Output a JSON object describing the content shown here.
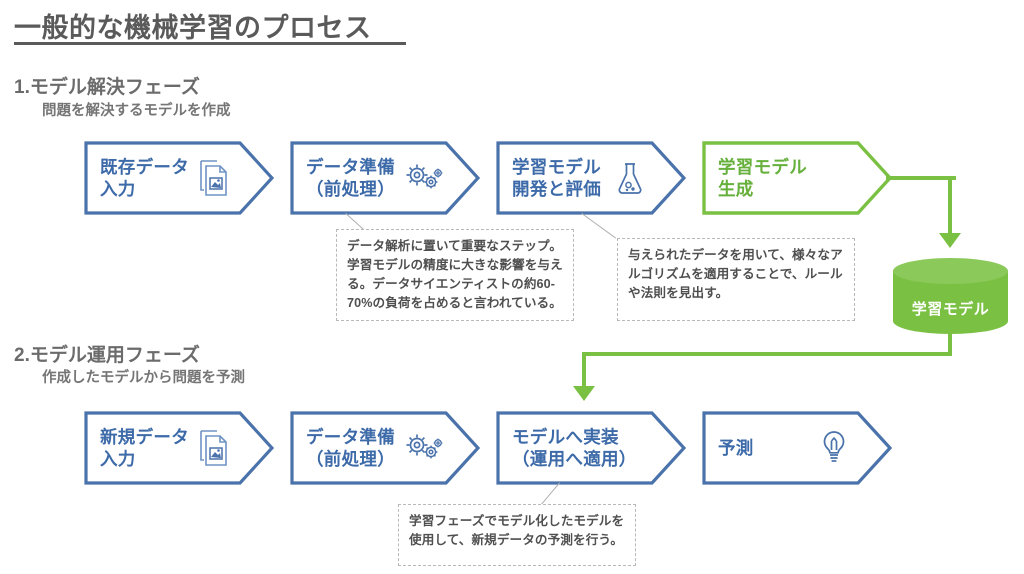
{
  "page": {
    "title": "一般的な機械学習のプロセス",
    "background": "#ffffff"
  },
  "colors": {
    "blue": "#3d6aa8",
    "blue_border": "#4a72ab",
    "green": "#7ac143",
    "green_text": "#66b03c",
    "title_gray": "#5a5a5a",
    "note_text": "#4f4f4f",
    "note_border": "#b9b9b9"
  },
  "sections": [
    {
      "id": "phase-1",
      "title": "1.モデル解決フェーズ",
      "subtitle": "問題を解決するモデルを作成",
      "steps": [
        {
          "label": "既存データ\n入力",
          "icon": "document-image-icon",
          "color": "blue"
        },
        {
          "label": "データ準備\n（前処理）",
          "icon": "gears-icon",
          "color": "blue"
        },
        {
          "label": "学習モデル\n開発と評価",
          "icon": "flask-icon",
          "color": "blue"
        },
        {
          "label": "学習モデル\n生成",
          "icon": "none",
          "color": "green"
        }
      ],
      "notes": [
        "データ解析に置いて重要なステップ。学習モデルの精度に大きな影響を与える。データサイエンティストの約60-70%の負荷を占めると言われている。",
        "与えられたデータを用いて、様々なアルゴリズムを適用することで、ルールや法則を見出す。"
      ]
    },
    {
      "id": "phase-2",
      "title": "2.モデル運用フェーズ",
      "subtitle": "作成したモデルから問題を予測",
      "steps": [
        {
          "label": "新規データ\n入力",
          "icon": "document-image-icon",
          "color": "blue"
        },
        {
          "label": "データ準備\n（前処理）",
          "icon": "gears-icon",
          "color": "blue"
        },
        {
          "label": "モデルへ実装\n（運用へ適用）",
          "icon": "none",
          "color": "blue"
        },
        {
          "label": "予測",
          "icon": "lightbulb-icon",
          "color": "blue"
        }
      ],
      "notes": [
        "学習フェーズでモデル化したモデルを使用して、新規データの予測を行う。"
      ]
    }
  ],
  "datastore": {
    "label": "学習モデル",
    "shape": "cylinder",
    "color": "#7ac143"
  }
}
